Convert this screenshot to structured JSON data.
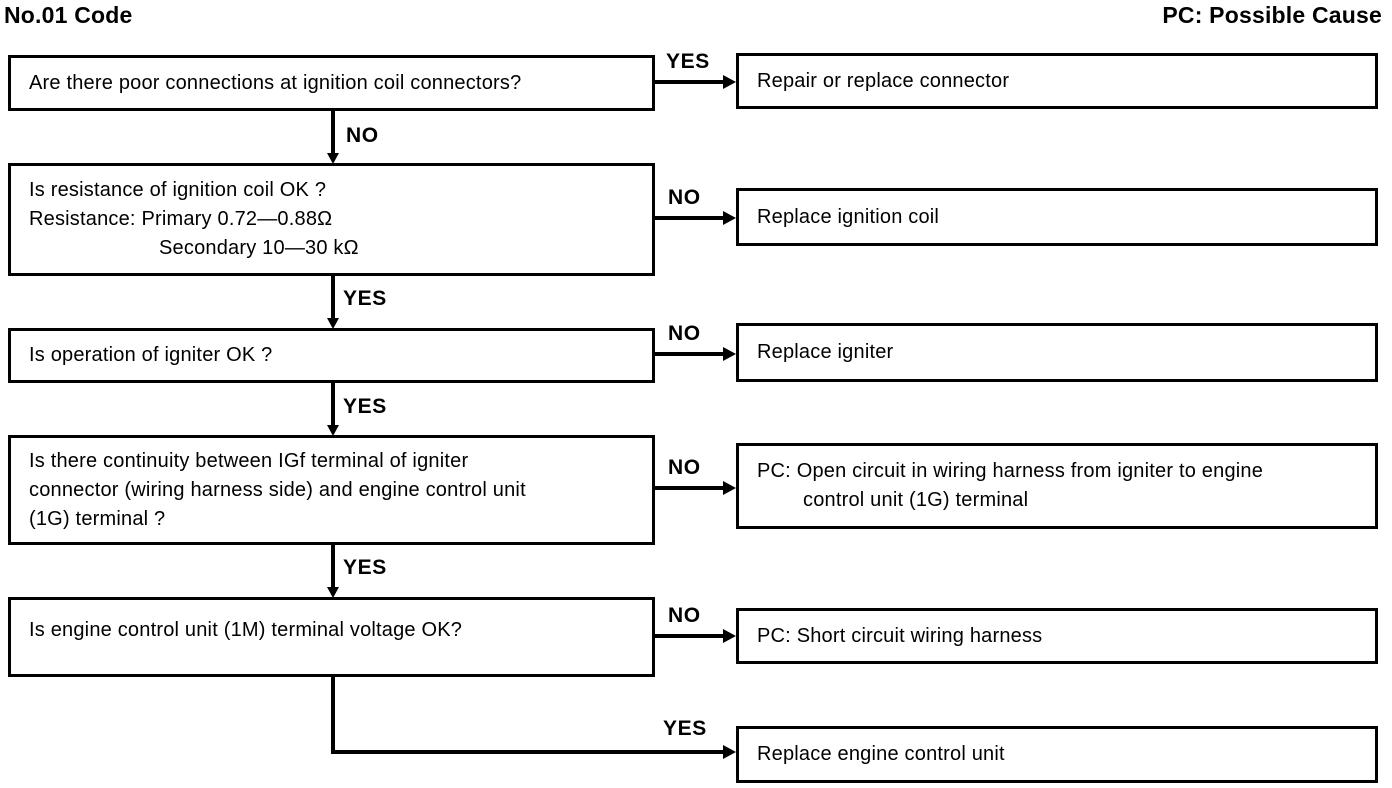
{
  "page": {
    "title": "No.01 Code",
    "legend": "PC: Possible Cause",
    "colors": {
      "ink": "#000000",
      "background": "#ffffff"
    }
  },
  "flowchart": {
    "questions": [
      {
        "id": "q1",
        "lines": [
          "Are there poor connections at ignition coil connectors?"
        ]
      },
      {
        "id": "q2",
        "lines": [
          "Is resistance of ignition coil OK ?",
          "Resistance: Primary 0.72—0.88Ω",
          "Secondary 10—30 kΩ"
        ]
      },
      {
        "id": "q3",
        "lines": [
          "Is operation of igniter OK ?"
        ]
      },
      {
        "id": "q4",
        "lines": [
          "Is there continuity between IGf terminal of igniter",
          "connector (wiring harness side) and engine control unit",
          "(1G) terminal ?"
        ]
      },
      {
        "id": "q5",
        "lines": [
          "Is engine control unit (1M) terminal voltage OK?"
        ]
      }
    ],
    "results": [
      {
        "id": "r1",
        "lines": [
          "Repair or replace connector"
        ]
      },
      {
        "id": "r2",
        "lines": [
          "Replace ignition coil"
        ]
      },
      {
        "id": "r3",
        "lines": [
          "Replace igniter"
        ]
      },
      {
        "id": "r4",
        "lines": [
          "PC: Open circuit in wiring harness from igniter to engine",
          "control unit (1G) terminal"
        ]
      },
      {
        "id": "r5",
        "lines": [
          "PC: Short circuit wiring harness"
        ]
      },
      {
        "id": "r6",
        "lines": [
          "Replace engine control unit"
        ]
      }
    ],
    "connectors": [
      {
        "label": "YES",
        "from": "q1",
        "to": "r1"
      },
      {
        "label": "NO",
        "from": "q1",
        "to": "q2"
      },
      {
        "label": "NO",
        "from": "q2",
        "to": "r2"
      },
      {
        "label": "YES",
        "from": "q2",
        "to": "q3"
      },
      {
        "label": "NO",
        "from": "q3",
        "to": "r3"
      },
      {
        "label": "YES",
        "from": "q3",
        "to": "q4"
      },
      {
        "label": "NO",
        "from": "q4",
        "to": "r4"
      },
      {
        "label": "YES",
        "from": "q4",
        "to": "q5"
      },
      {
        "label": "NO",
        "from": "q5",
        "to": "r5"
      },
      {
        "label": "YES",
        "from": "q5",
        "to": "r6"
      }
    ]
  }
}
